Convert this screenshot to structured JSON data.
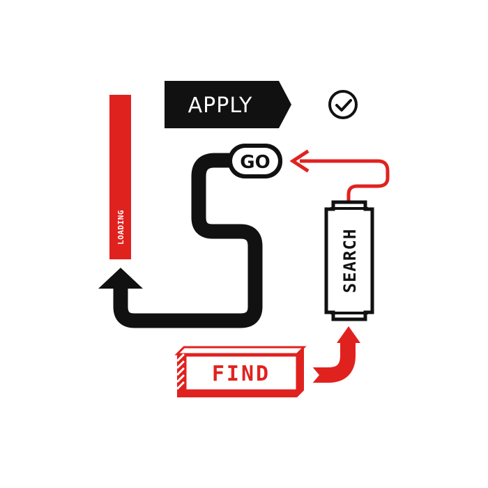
{
  "labels": {
    "apply": "APPLY",
    "go": "GO",
    "search": "SEARCH",
    "find": "FIND",
    "loading": "LOADING"
  },
  "icons": {
    "check": "check-circle-icon",
    "arrow_up": "arrow-up-icon",
    "arrow_left": "arrow-left-icon",
    "arrow_down": "arrow-down-icon"
  },
  "colors": {
    "black": "#111111",
    "red": "#e0221f",
    "white": "#ffffff"
  }
}
